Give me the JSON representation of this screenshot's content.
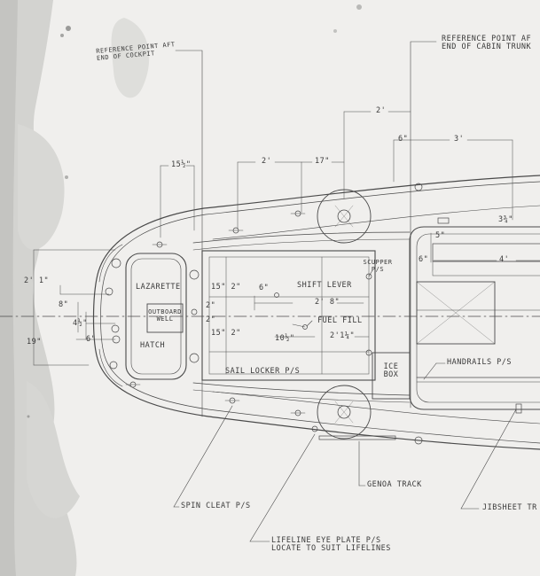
{
  "reference_points": {
    "cockpit": [
      "REFERENCE POINT AFT",
      "END OF COCKPIT"
    ],
    "cabin_trunk": [
      "REFERENCE POINT AF",
      "END OF CABIN TRUNK"
    ]
  },
  "components": {
    "lazarette": "LAZARETTE",
    "outboard_well": [
      "OUTBOARD",
      "WELL"
    ],
    "hatch": "HATCH",
    "shift_lever": "SHIFT LEVER",
    "fuel_fill": "FUEL FILL",
    "sail_locker": "SAIL LOCKER P/S",
    "ice_box": [
      "ICE",
      "BOX"
    ],
    "scupper": [
      "SCUPPER",
      "P/S"
    ],
    "handrails": "HANDRAILS P/S"
  },
  "callouts": {
    "genoa_track": "GENOA TRACK",
    "spin_cleat": "SPIN CLEAT P/S",
    "lifeline_eye_plate": [
      "LIFELINE EYE PLATE P/S",
      "LOCATE TO SUIT LIFELINES"
    ],
    "jibsheet_track": "JIBSHEET TR"
  },
  "dimensions": {
    "d_15_half_top": "15½\"",
    "d_2ft_top": "2'",
    "d_17": "17\"",
    "d_2ft_upper": "2'",
    "d_6_top": "6\"",
    "d_3ft": "3'",
    "d_3_3_4": "3¾\"",
    "d_5": "5\"",
    "d_6_mid": "6\"",
    "d_4ft": "4'",
    "d_2ft_1": "2' 1\"",
    "d_8": "8\"",
    "d_4_half": "4½\"",
    "d_6_low": "6\"",
    "d_19": "19\"",
    "d_15_a": "15\" 2\"",
    "d_2_a": "2\"",
    "d_2_b": "2\"",
    "d_15_b": "15\" 2\"",
    "d_6_shift": "6\"",
    "d_2ft_8": "2' 8\"",
    "d_10_half": "10½\"",
    "d_2ft_1_quarter": "2'1¼\""
  }
}
